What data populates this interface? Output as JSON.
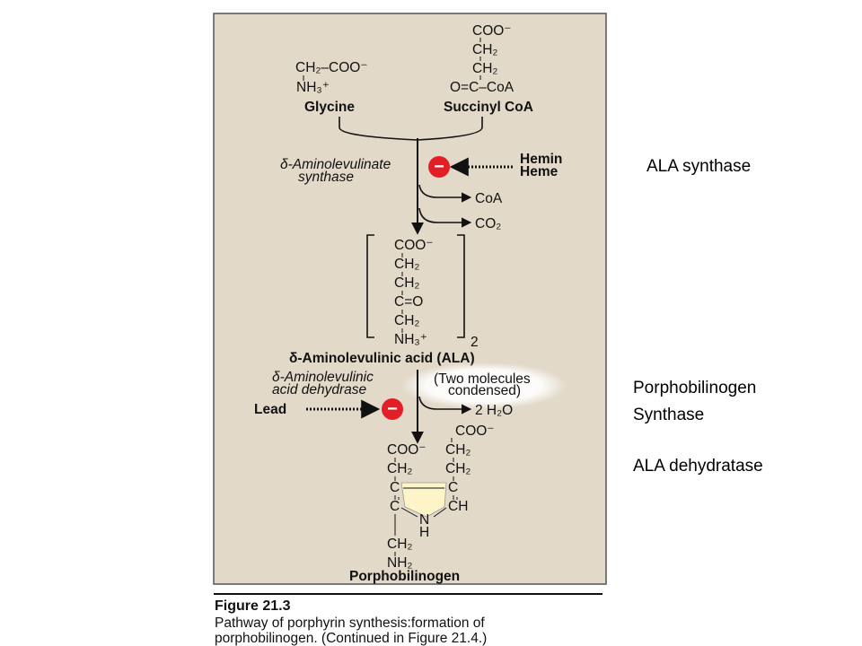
{
  "slide": {
    "label_ala_synthase": "ALA synthase",
    "label_pbg_synthase_line1": "Porphobilinogen",
    "label_pbg_synthase_line2": "Synthase",
    "label_ala_dehydratase": "ALA dehydratase"
  },
  "figure": {
    "glycine": {
      "line1": "CH₂–COO⁻",
      "line2": "NH₃⁺",
      "name": "Glycine"
    },
    "succinyl_coa": {
      "lines": [
        "COO⁻",
        "CH₂",
        "CH₂",
        "O=C–CoA"
      ],
      "name": "Succinyl CoA"
    },
    "enzyme1": {
      "line1": "δ-Aminolevulinate",
      "line2": "synthase"
    },
    "inhibitor1": {
      "line1": "Hemin",
      "line2": "Heme"
    },
    "inhibit_symbol": "−",
    "products1": {
      "coa": "CoA",
      "co2": "CO₂"
    },
    "ala": {
      "lines": [
        "COO⁻",
        "CH₂",
        "CH₂",
        "C=O",
        "CH₂",
        "NH₃⁺"
      ],
      "subscript": "2",
      "name": "δ-Aminolevulinic acid (ALA)"
    },
    "enzyme2": {
      "line1": "δ-Aminolevulinic",
      "line2": "acid dehydrase"
    },
    "condensed_note": {
      "line1": "(Two molecules",
      "line2": "condensed)"
    },
    "inhibitor2": "Lead",
    "water": "2 H₂O",
    "pbg": {
      "right_top": "COO⁻",
      "left_top": "COO⁻",
      "right_ch2_1": "CH₂",
      "left_ch2": "CH₂",
      "right_ch2_2": "CH₂",
      "c_left_upper": "C",
      "c_right_upper": "C",
      "c_left_lower": "C",
      "ch_right": "CH",
      "n": "N",
      "h": "H",
      "ch2_lower": "CH₂",
      "nh2": "NH₂",
      "name": "Porphobilinogen"
    },
    "caption": {
      "title": "Figure 21.3",
      "line1": "Pathway of porphyrin synthesis:formation of",
      "line2": "porphobilinogen. (Continued in Figure 21.4.)"
    }
  },
  "colors": {
    "panel_fill": "#e2d9c9",
    "inhibit_red": "#e41e26",
    "ring_fill": "#fdf5c8"
  }
}
